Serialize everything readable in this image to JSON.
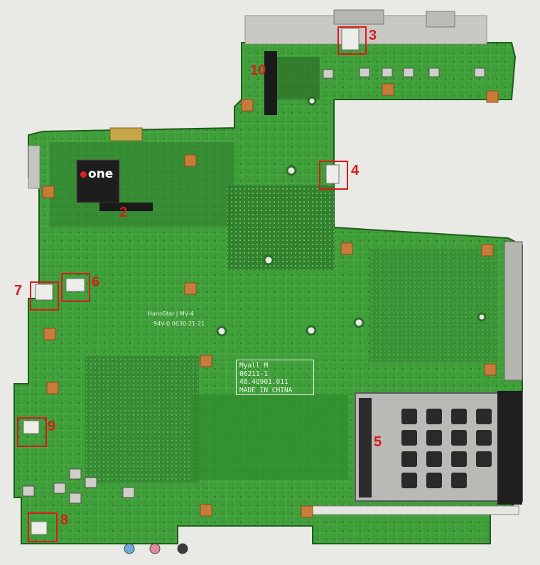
{
  "board": {
    "silkscreen_label": "Myall M\n06211-1\n48.4Q901.011\nMADE IN CHINA",
    "stamp_lines": [
      "Myall M",
      "06211-1",
      "48.4Q901.011",
      "MADE IN CHINA"
    ],
    "silk_brand": "HannStar J    MV-4",
    "silk_code": "94V-0  0630-21-21",
    "chip_brand": "one"
  },
  "callouts": [
    {
      "label": "2"
    },
    {
      "label": "3"
    },
    {
      "label": "4"
    },
    {
      "label": "5"
    },
    {
      "label": "6"
    },
    {
      "label": "7"
    },
    {
      "label": "8"
    },
    {
      "label": "9"
    },
    {
      "label": "10"
    }
  ],
  "colors": {
    "pcb_green": "#3f9d3a",
    "pcb_dark": "#2a6f27",
    "callout_red": "#d81b1b",
    "background": "#e9e9e6"
  }
}
